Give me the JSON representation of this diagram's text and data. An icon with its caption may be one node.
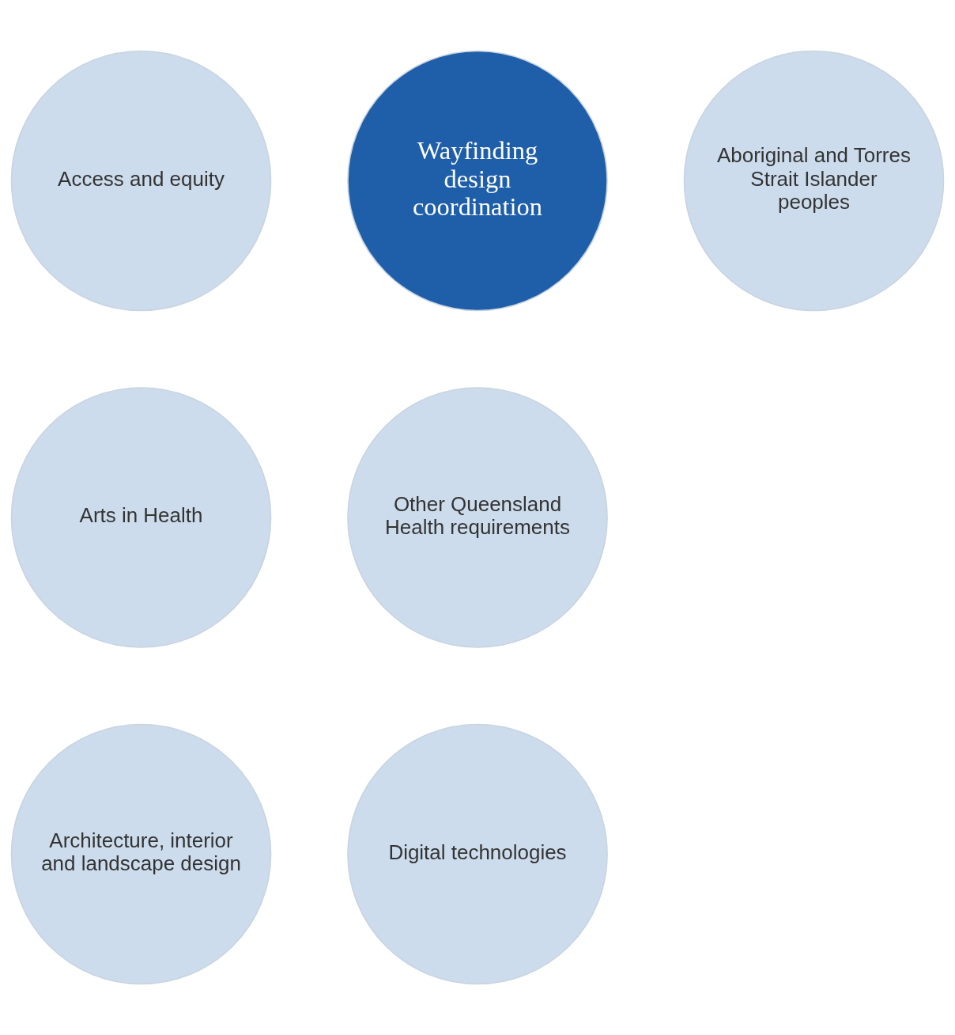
{
  "diagram": {
    "nodes": [
      {
        "text": [
          "Access and equity"
        ]
      },
      {
        "text": [
          "Arts in Health"
        ]
      },
      {
        "text": [
          "Architecture, interior and landscape design"
        ]
      },
      {
        "text": [
          "Wayfinding design coordination"
        ]
      },
      {
        "text": [
          "Other Queensland Health requirements"
        ]
      },
      {
        "text": [
          "Digital technologies"
        ]
      },
      {
        "text": [
          "Aboriginal and Torres Strait Islander peoples"
        ]
      }
    ]
  }
}
